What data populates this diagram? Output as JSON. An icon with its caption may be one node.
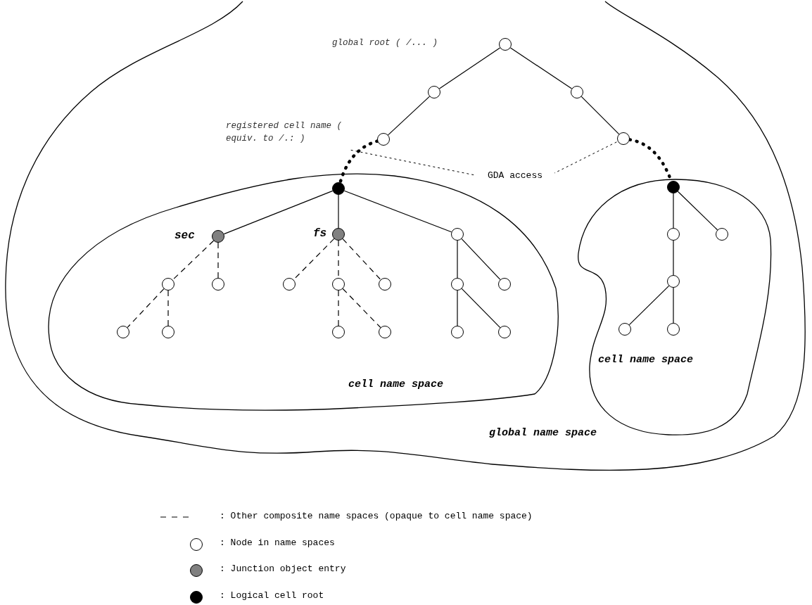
{
  "diagram": {
    "nodes": [
      {
        "text": [
          "global name space"
        ]
      },
      {
        "text": [
          "cell name space"
        ],
        "in": 0
      },
      {
        "text": [
          "cell name space"
        ],
        "in": 0
      },
      {
        "text": [],
        "shape": "circle",
        "in": 0
      },
      {
        "text": [],
        "shape": "circle",
        "in": 0
      },
      {
        "text": [],
        "shape": "circle",
        "in": 0
      },
      {
        "text": [],
        "shape": "circle",
        "in": 0
      },
      {
        "text": [],
        "shape": "circle",
        "in": 0
      },
      {
        "text": [
          "GDA access"
        ],
        "in": 0
      },
      {
        "text": [],
        "shape": "circle",
        "in": 1
      },
      {
        "text": [],
        "shape": "circle",
        "in": 1,
        "beside": [
          "sec"
        ]
      },
      {
        "text": [],
        "shape": "circle",
        "in": 1,
        "beside": [
          "fs"
        ]
      },
      {
        "text": [],
        "shape": "circle",
        "in": 1
      },
      {
        "text": [],
        "shape": "circle",
        "in": 1
      },
      {
        "text": [],
        "shape": "circle",
        "in": 1
      },
      {
        "text": [],
        "shape": "circle",
        "in": 1
      },
      {
        "text": [],
        "shape": "circle",
        "in": 1
      },
      {
        "text": [],
        "shape": "circle",
        "in": 1
      },
      {
        "text": [],
        "shape": "circle",
        "in": 1
      },
      {
        "text": [],
        "shape": "circle",
        "in": 1
      },
      {
        "text": [],
        "shape": "circle",
        "in": 1
      },
      {
        "text": [],
        "shape": "circle",
        "in": 1
      },
      {
        "text": [],
        "shape": "circle",
        "in": 1
      },
      {
        "text": [],
        "shape": "circle",
        "in": 1
      },
      {
        "text": [],
        "shape": "circle",
        "in": 1
      },
      {
        "text": [],
        "shape": "circle",
        "in": 1
      },
      {
        "text": [],
        "shape": "circle",
        "in": 2
      },
      {
        "text": [],
        "shape": "circle",
        "in": 2
      },
      {
        "text": [],
        "shape": "circle",
        "in": 2
      },
      {
        "text": [],
        "shape": "circle",
        "in": 2
      },
      {
        "text": [],
        "shape": "circle",
        "in": 2
      },
      {
        "text": [],
        "shape": "circle",
        "in": 2
      }
    ],
    "edges": [
      {
        "from": 3,
        "to": 4,
        "arrow": "none"
      },
      {
        "from": 3,
        "to": 5,
        "arrow": "none"
      },
      {
        "from": 4,
        "to": 6,
        "arrow": "none"
      },
      {
        "from": 5,
        "to": 7,
        "arrow": "none"
      },
      {
        "from": 6,
        "to": 9,
        "arrow": "none",
        "style": "dashed"
      },
      {
        "from": 7,
        "to": 26,
        "arrow": "none",
        "style": "dashed"
      },
      {
        "from": 8,
        "to": null,
        "arrow": "none",
        "style": "dashed"
      },
      {
        "from": 8,
        "to": 7,
        "arrow": "none",
        "style": "dashed"
      },
      {
        "from": 9,
        "to": 10,
        "arrow": "none"
      },
      {
        "from": 9,
        "to": 11,
        "arrow": "none"
      },
      {
        "from": 9,
        "to": 12,
        "arrow": "none"
      },
      {
        "from": 10,
        "to": 13,
        "arrow": "none",
        "style": "dashed"
      },
      {
        "from": 10,
        "to": 14,
        "arrow": "none",
        "style": "dashed"
      },
      {
        "from": 13,
        "to": 20,
        "arrow": "none",
        "style": "dashed"
      },
      {
        "from": 13,
        "to": 21,
        "arrow": "none",
        "style": "dashed"
      },
      {
        "from": 11,
        "to": 15,
        "arrow": "none",
        "style": "dashed"
      },
      {
        "from": 11,
        "to": 16,
        "arrow": "none",
        "style": "dashed"
      },
      {
        "from": 11,
        "to": 17,
        "arrow": "none",
        "style": "dashed"
      },
      {
        "from": 16,
        "to": 22,
        "arrow": "none",
        "style": "dashed"
      },
      {
        "from": 16,
        "to": 23,
        "arrow": "none",
        "style": "dashed"
      },
      {
        "from": 12,
        "to": 18,
        "arrow": "none"
      },
      {
        "from": 12,
        "to": 19,
        "arrow": "none"
      },
      {
        "from": 18,
        "to": 24,
        "arrow": "none"
      },
      {
        "from": 18,
        "to": 25,
        "arrow": "none"
      },
      {
        "from": 26,
        "to": 27,
        "arrow": "none"
      },
      {
        "from": 26,
        "to": 28,
        "arrow": "none"
      },
      {
        "from": 27,
        "to": 29,
        "arrow": "none"
      },
      {
        "from": 29,
        "to": 30,
        "arrow": "none"
      },
      {
        "from": 29,
        "to": 31,
        "arrow": "none"
      }
    ],
    "labels": [
      "global root ( /... )",
      "registered cell name ( equiv. to /.: )"
    ],
    "legend": [
      {
        "text": ": Other composite name spaces (opaque to cell name space)"
      },
      {
        "text": ": Node in name spaces",
        "color": "#ffffff"
      },
      {
        "text": ": Junction object entry",
        "color": "#808080"
      },
      {
        "text": ": Logical cell root",
        "color": "#000000"
      }
    ]
  }
}
